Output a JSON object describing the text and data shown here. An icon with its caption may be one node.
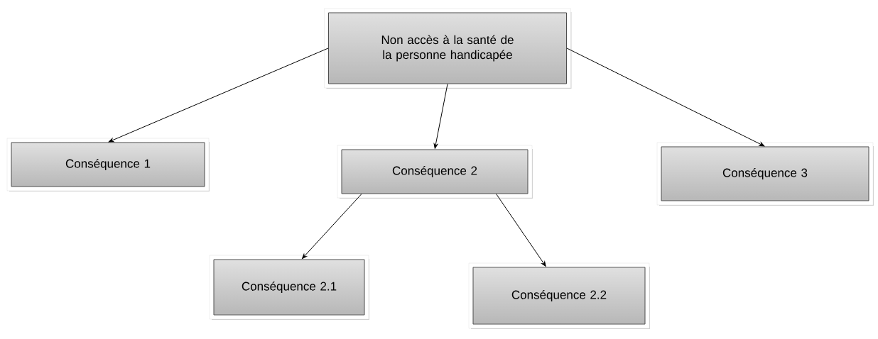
{
  "diagram": {
    "nodes": [
      {
        "text": [
          "Non accès à la santé de la personne handicapée"
        ]
      },
      {
        "text": [
          "Conséquence 1"
        ]
      },
      {
        "text": [
          "Conséquence 2"
        ]
      },
      {
        "text": [
          "Conséquence 3"
        ]
      },
      {
        "text": [
          "Conséquence 2.1"
        ]
      },
      {
        "text": [
          "Conséquence 2.2"
        ]
      }
    ],
    "edges": [
      {
        "from": 0,
        "to": 1,
        "arrow": "to"
      },
      {
        "from": 0,
        "to": 2,
        "arrow": "to"
      },
      {
        "from": 0,
        "to": 3,
        "arrow": "to"
      },
      {
        "from": 2,
        "to": 4,
        "arrow": "to"
      },
      {
        "from": 2,
        "to": 5,
        "arrow": "to"
      }
    ]
  }
}
